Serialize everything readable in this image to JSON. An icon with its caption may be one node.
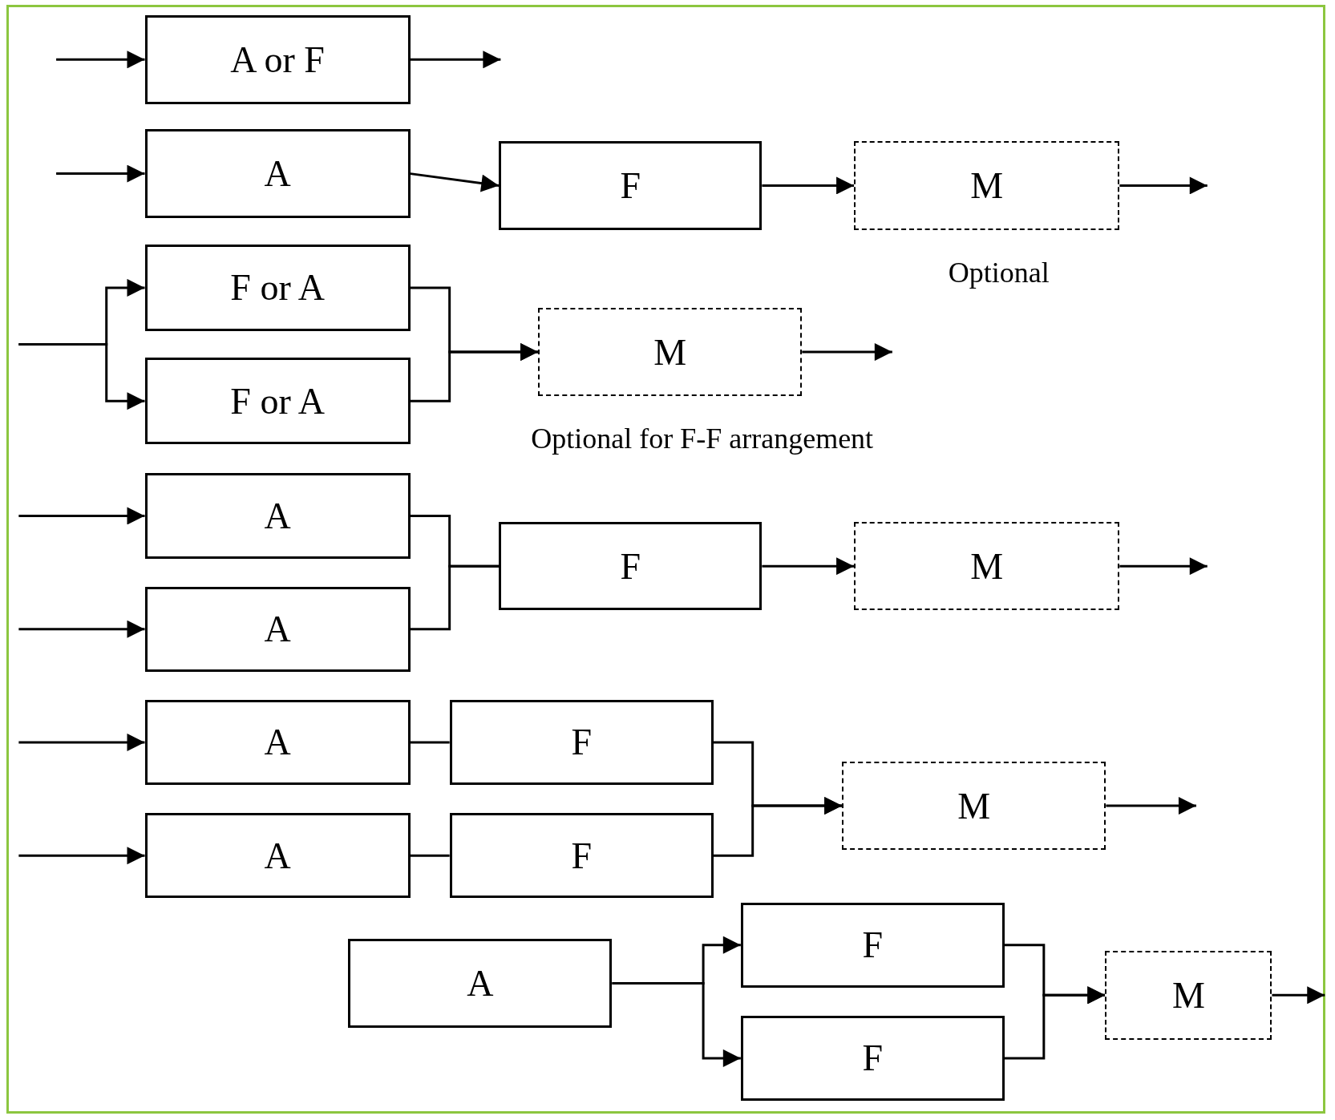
{
  "diagram": {
    "nodes": [
      {
        "text": [
          "A or F"
        ]
      },
      {
        "text": [
          "A"
        ]
      },
      {
        "text": [
          "F"
        ]
      },
      {
        "text": [
          "M"
        ],
        "beside": [
          "Optional"
        ]
      },
      {
        "text": [
          "F or A"
        ]
      },
      {
        "text": [
          "F or A"
        ]
      },
      {
        "text": [
          "M"
        ],
        "beside": [
          "Optional for F-F arrangement"
        ]
      },
      {
        "text": [
          "A"
        ]
      },
      {
        "text": [
          "A"
        ]
      },
      {
        "text": [
          "F"
        ]
      },
      {
        "text": [
          "M"
        ]
      },
      {
        "text": [
          "A"
        ]
      },
      {
        "text": [
          "F"
        ]
      },
      {
        "text": [
          "A"
        ]
      },
      {
        "text": [
          "F"
        ]
      },
      {
        "text": [
          "M"
        ]
      },
      {
        "text": [
          "A"
        ]
      },
      {
        "text": [
          "F"
        ]
      },
      {
        "text": [
          "F"
        ]
      },
      {
        "text": [
          "M"
        ]
      }
    ],
    "edges": [
      {
        "from": null,
        "to": 0,
        "arrow": "to"
      },
      {
        "from": 0,
        "to": null,
        "arrow": "to"
      },
      {
        "from": null,
        "to": 1,
        "arrow": "to"
      },
      {
        "from": 1,
        "to": 2,
        "arrow": "to"
      },
      {
        "from": 2,
        "to": 3,
        "arrow": "to"
      },
      {
        "from": 3,
        "to": null,
        "arrow": "to"
      },
      {
        "from": null,
        "to": 4,
        "arrow": "to"
      },
      {
        "from": null,
        "to": 5,
        "arrow": "to"
      },
      {
        "from": 4,
        "to": 6,
        "arrow": "to"
      },
      {
        "from": 5,
        "to": 6,
        "arrow": "to"
      },
      {
        "from": 6,
        "to": null,
        "arrow": "to"
      },
      {
        "from": null,
        "to": 7,
        "arrow": "to"
      },
      {
        "from": null,
        "to": 8,
        "arrow": "to"
      },
      {
        "from": 7,
        "to": 9,
        "arrow": "none"
      },
      {
        "from": 8,
        "to": 9,
        "arrow": "none"
      },
      {
        "from": 9,
        "to": 10,
        "arrow": "to"
      },
      {
        "from": 10,
        "to": null,
        "arrow": "to"
      },
      {
        "from": null,
        "to": 11,
        "arrow": "to"
      },
      {
        "from": null,
        "to": 13,
        "arrow": "to"
      },
      {
        "from": 11,
        "to": 12,
        "arrow": "none"
      },
      {
        "from": 13,
        "to": 14,
        "arrow": "none"
      },
      {
        "from": 12,
        "to": 15,
        "arrow": "to"
      },
      {
        "from": 14,
        "to": 15,
        "arrow": "to"
      },
      {
        "from": 15,
        "to": null,
        "arrow": "to"
      },
      {
        "from": 16,
        "to": 17,
        "arrow": "to"
      },
      {
        "from": 16,
        "to": 18,
        "arrow": "to"
      },
      {
        "from": 17,
        "to": 19,
        "arrow": "to"
      },
      {
        "from": 18,
        "to": 19,
        "arrow": "to"
      },
      {
        "from": 19,
        "to": null,
        "arrow": "to"
      }
    ]
  }
}
